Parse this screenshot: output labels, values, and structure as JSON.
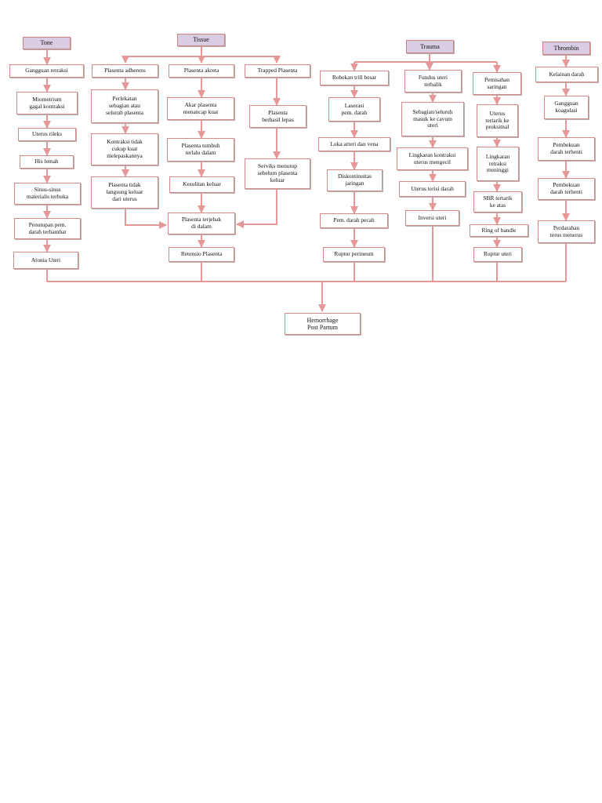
{
  "colors": {
    "box_border": "#d98888",
    "line": "#e69898",
    "header_fill": "#d9cde4"
  },
  "headers": {
    "tone": "Tone",
    "tissue": "Tissue",
    "trauma": "Trauma",
    "thrombin": "Thrombin"
  },
  "tone": [
    "Gangguan retraksi",
    "Miometrium\ngagal kontraksi",
    "Uterus rileks",
    "His lemah",
    "Sinus-sinus\nmaterialis terbuka",
    "Penutupan pem.\ndarah terhambat",
    "Atonia Uteri"
  ],
  "tissue": {
    "col1": [
      "Plasenta adherens",
      "Perlekatan\nsebagian atau\nseluruh plasenta",
      "Kontraksi tidak\ncukup kuat\nmelepaskannya",
      "Plasenta tidak\nlangsung keluar\ndari uterus"
    ],
    "col2": [
      "Plasenta akreta",
      "Akar plasenta\nmenancap kuat",
      "Plasenta tumbuh\nterlalu dalam",
      "Kesulitan keluar"
    ],
    "col3": [
      "Trapped Plasenta",
      "Plasenta\nberhasil lepas",
      "Serviks menutup\nsebelum plasenta\nkeluar"
    ],
    "trapped": "Plasenta terjebak\ndi dalam",
    "retensio": "Retensio Plasenta"
  },
  "trauma": {
    "col1": [
      "Robekan trill besar",
      "Laserasi\npem. darah",
      "Luka arteri dan vena",
      "Diskontinuitas\njaringan",
      "Pem. darah pecah",
      "Ruptur perineum"
    ],
    "col2": [
      "Fundus uteri\nterbalik",
      "Sebagian/seluruh\nmasuk ke cavum\nuteri",
      "Lingkaran kontraksi\nuterus mengecil",
      "Uterus terisi darah",
      "Inversi uteri"
    ],
    "col3": [
      "Pemisahan\nsaringan",
      "Uterus\ntertarik ke\nproksimal",
      "Lingkaran\nretraksi\nmeninggi",
      "SBR tertarik\nke atas",
      "Ring of bandle",
      "Ruptur uteri"
    ]
  },
  "thrombin": [
    "Kelainan darah",
    "Gangguan\nkoagulasi",
    "Pembekuan\ndarah terhenti",
    "Pembekuan\ndarah terhenti",
    "Perdarahan\nterus menerus"
  ],
  "final": "Hemorrhage\nPost Partum"
}
